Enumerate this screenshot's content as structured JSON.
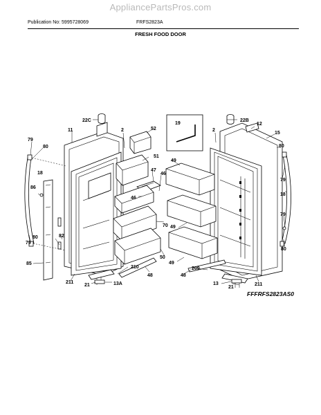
{
  "watermark": "AppliancePartsPros.com",
  "header": {
    "publication": "Publication No: 5995728069",
    "model": "FRFS2823A",
    "section_title": "FRESH FOOD DOOR"
  },
  "diagram_code": "FFFRFS2823AS0",
  "callouts": {
    "c22C": "22C",
    "c11": "11",
    "c2L": "2",
    "c52": "52",
    "c19": "19",
    "c22B": "22B",
    "c12": "12",
    "c2R": "2",
    "c15": "15",
    "c79a": "79",
    "c80a": "80",
    "c18a": "18",
    "c86": "86",
    "c79b": "79",
    "c80b": "80",
    "c82": "82",
    "c85": "85",
    "c51": "51",
    "c47": "47",
    "c46a": "46",
    "c46b": "46",
    "c49a": "49",
    "c70": "70",
    "c49b": "49",
    "c50": "50",
    "c49c": "49",
    "c210": "210",
    "c48a": "48",
    "c48b": "48",
    "c209": "209",
    "c211a": "211",
    "c21a": "21",
    "c13A": "13A",
    "c13": "13",
    "c21b": "21",
    "c211b": "211",
    "c79c": "79",
    "c18b": "18",
    "c79d": "79",
    "c80c": "80",
    "c80d": "80"
  }
}
